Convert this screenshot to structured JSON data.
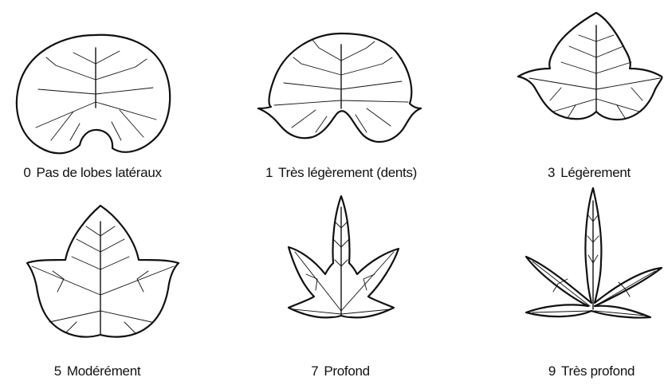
{
  "figure": {
    "leaves": [
      {
        "code": "0",
        "label": "Pas de lobes latéraux",
        "shape": "heart-shaped leaf, no lateral lobes"
      },
      {
        "code": "1",
        "label": "Très légèrement (dents)",
        "shape": "leaf with small pointed lateral teeth"
      },
      {
        "code": "3",
        "label": "Légèrement",
        "shape": "slightly lobed leaf"
      },
      {
        "code": "5",
        "label": "Modérément",
        "shape": "moderately lobed leaf"
      },
      {
        "code": "7",
        "label": "Profond",
        "shape": "deeply lobed leaf"
      },
      {
        "code": "9",
        "label": "Très profond",
        "shape": "very deeply lobed leaf"
      }
    ]
  }
}
